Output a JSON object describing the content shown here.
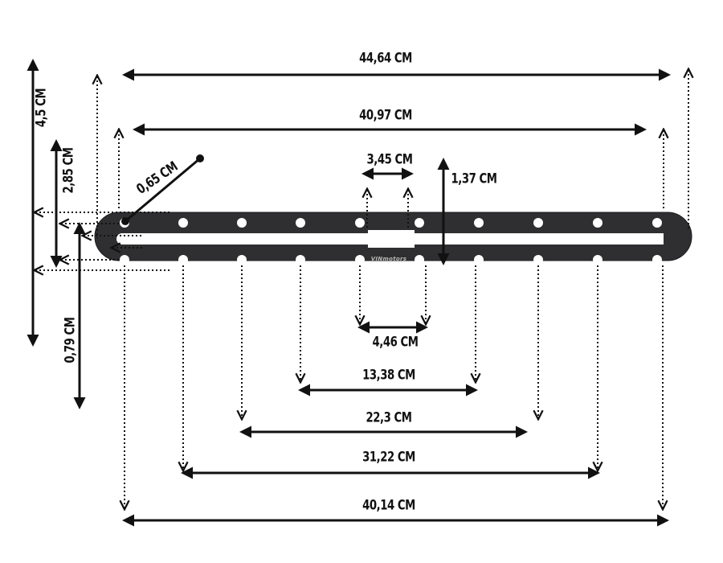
{
  "diagram": {
    "brand_text": "VINmotors",
    "colors": {
      "plate": "#2f2f31",
      "hole": "#ffffff",
      "line": "#111111"
    },
    "dimensions": {
      "total_length": "44,64 CM",
      "slot_length": "40,97 CM",
      "center_slot_width": "3,45 CM",
      "center_slot_height": "1,37 CM",
      "end_radius": "0,65 CM",
      "total_height": "4,5 CM",
      "slot_height": "2,85 CM",
      "hole_offset": "0,79 CM",
      "span_1": "4,46 CM",
      "span_2": "13,38 CM",
      "span_3": "22,3 CM",
      "span_4": "31,22 CM",
      "span_5": "40,14 CM"
    }
  }
}
